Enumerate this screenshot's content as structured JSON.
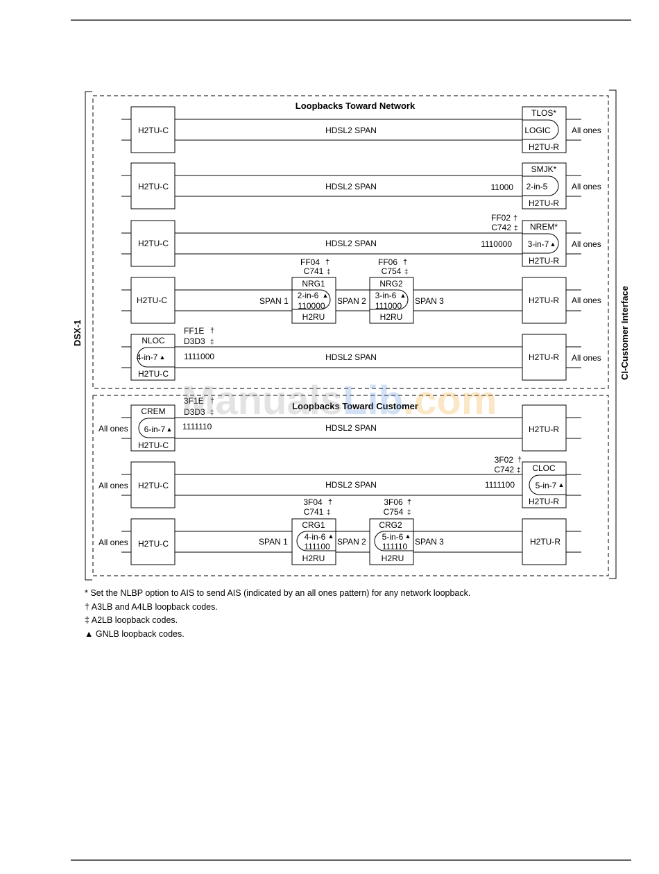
{
  "sections": {
    "network_title": "Loopbacks Toward Network",
    "customer_title": "Loopbacks Toward Customer"
  },
  "side_labels": {
    "left": "DSX-1",
    "right": "CI-Customer Interface"
  },
  "common": {
    "h2tu_c": "H2TU-C",
    "h2tu_r": "H2TU-R",
    "h2ru": "H2RU",
    "hdsl2_span": "HDSL2 SPAN",
    "span1": "SPAN 1",
    "span2": "SPAN 2",
    "span3": "SPAN 3",
    "all_ones": "All ones"
  },
  "rows": [
    {
      "remote_title": "TLOS*",
      "remote_code": "LOGIC"
    },
    {
      "remote_title": "SMJK*",
      "remote_code": "2-in-5",
      "pattern": "11000"
    },
    {
      "remote_title": "NREM*",
      "remote_code": "3-in-7",
      "pattern": "1110000",
      "code1": "FF02",
      "code2": "C742"
    },
    {
      "rep1_title": "NRG1",
      "rep1_code": "2-in-6",
      "rep1_pattern": "110000",
      "rep1_c1": "FF04",
      "rep1_c2": "C741",
      "rep2_title": "NRG2",
      "rep2_code": "3-in-6",
      "rep2_pattern": "111000",
      "rep2_c1": "FF06",
      "rep2_c2": "C754"
    },
    {
      "local_title": "NLOC",
      "local_code": "4-in-7",
      "pattern": "1111000",
      "code1": "FF1E",
      "code2": "D3D3"
    },
    {
      "local_title": "CREM",
      "local_code": "6-in-7",
      "pattern": "1111110",
      "code1": "3F1E",
      "code2": "D3D3"
    },
    {
      "remote_title": "CLOC",
      "remote_code": "5-in-7",
      "pattern": "1111100",
      "code1": "3F02",
      "code2": "C742"
    },
    {
      "rep1_title": "CRG1",
      "rep1_code": "4-in-6",
      "rep1_pattern": "111100",
      "rep1_c1": "3F04",
      "rep1_c2": "C741",
      "rep2_title": "CRG2",
      "rep2_code": "5-in-6",
      "rep2_pattern": "111110",
      "rep2_c1": "3F06",
      "rep2_c2": "C754"
    }
  ],
  "symbols": {
    "dagger": "†",
    "ddagger": "‡",
    "triangle": "▲"
  },
  "notes": [
    "* Set the NLBP option to AIS to send AIS (indicated by an all ones pattern) for any network loopback.",
    "† A3LB and A4LB loopback codes.",
    "‡ A2LB loopback codes.",
    "▲ GNLB loopback codes."
  ],
  "watermark": {
    "part1": "Manuals",
    "part2": "Lib",
    "part3": ".com"
  }
}
